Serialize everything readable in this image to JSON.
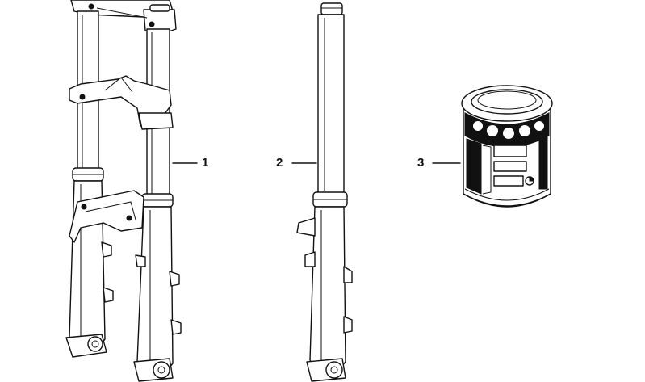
{
  "callouts": [
    {
      "number": "1",
      "part": "fork-assembly"
    },
    {
      "number": "2",
      "part": "fork-leg"
    },
    {
      "number": "3",
      "part": "oil-can"
    }
  ],
  "colors": {
    "line": "#111111",
    "background": "#ffffff"
  },
  "icons": [
    "fork-assembly-illustration",
    "fork-leg-illustration",
    "oil-can-illustration"
  ]
}
